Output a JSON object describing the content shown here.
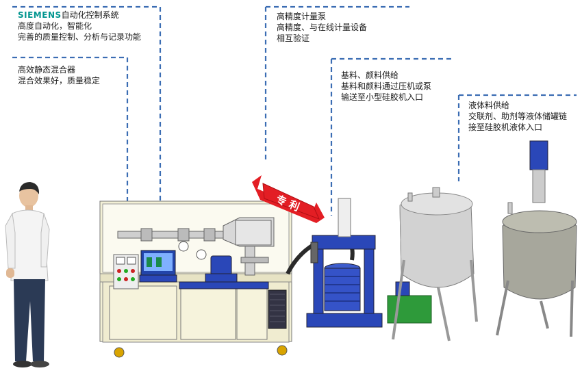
{
  "callouts": {
    "siemens": {
      "brand": "SIEMENS",
      "title": "自动化控制系统",
      "line1": "高度自动化，智能化",
      "line2": "完善的质量控制、分析与记录功能"
    },
    "mixer": {
      "title": "高效静态混合器",
      "line1": "混合效果好，质量稳定"
    },
    "meter": {
      "title": "高精度计量泵",
      "line1": "高精度、与在线计量设备",
      "line2": "相互验证"
    },
    "base": {
      "title": "基料、颜料供给",
      "line1": "基料和颜料通过压机或泵",
      "line2": "输送至小型硅胶机入口"
    },
    "liquid": {
      "title": "液体料供给",
      "line1": "交联剂、助剂等液体储罐链",
      "line2": "接至硅胶机液体入口"
    }
  },
  "patent": {
    "label": "专 利"
  },
  "colors": {
    "dash": "#3b6db3",
    "frame": "#f3f0d6",
    "blue": "#2a47b8",
    "tank": "#c8c8c8",
    "green": "#2e9a3a",
    "ribbon": "#e31e24"
  }
}
